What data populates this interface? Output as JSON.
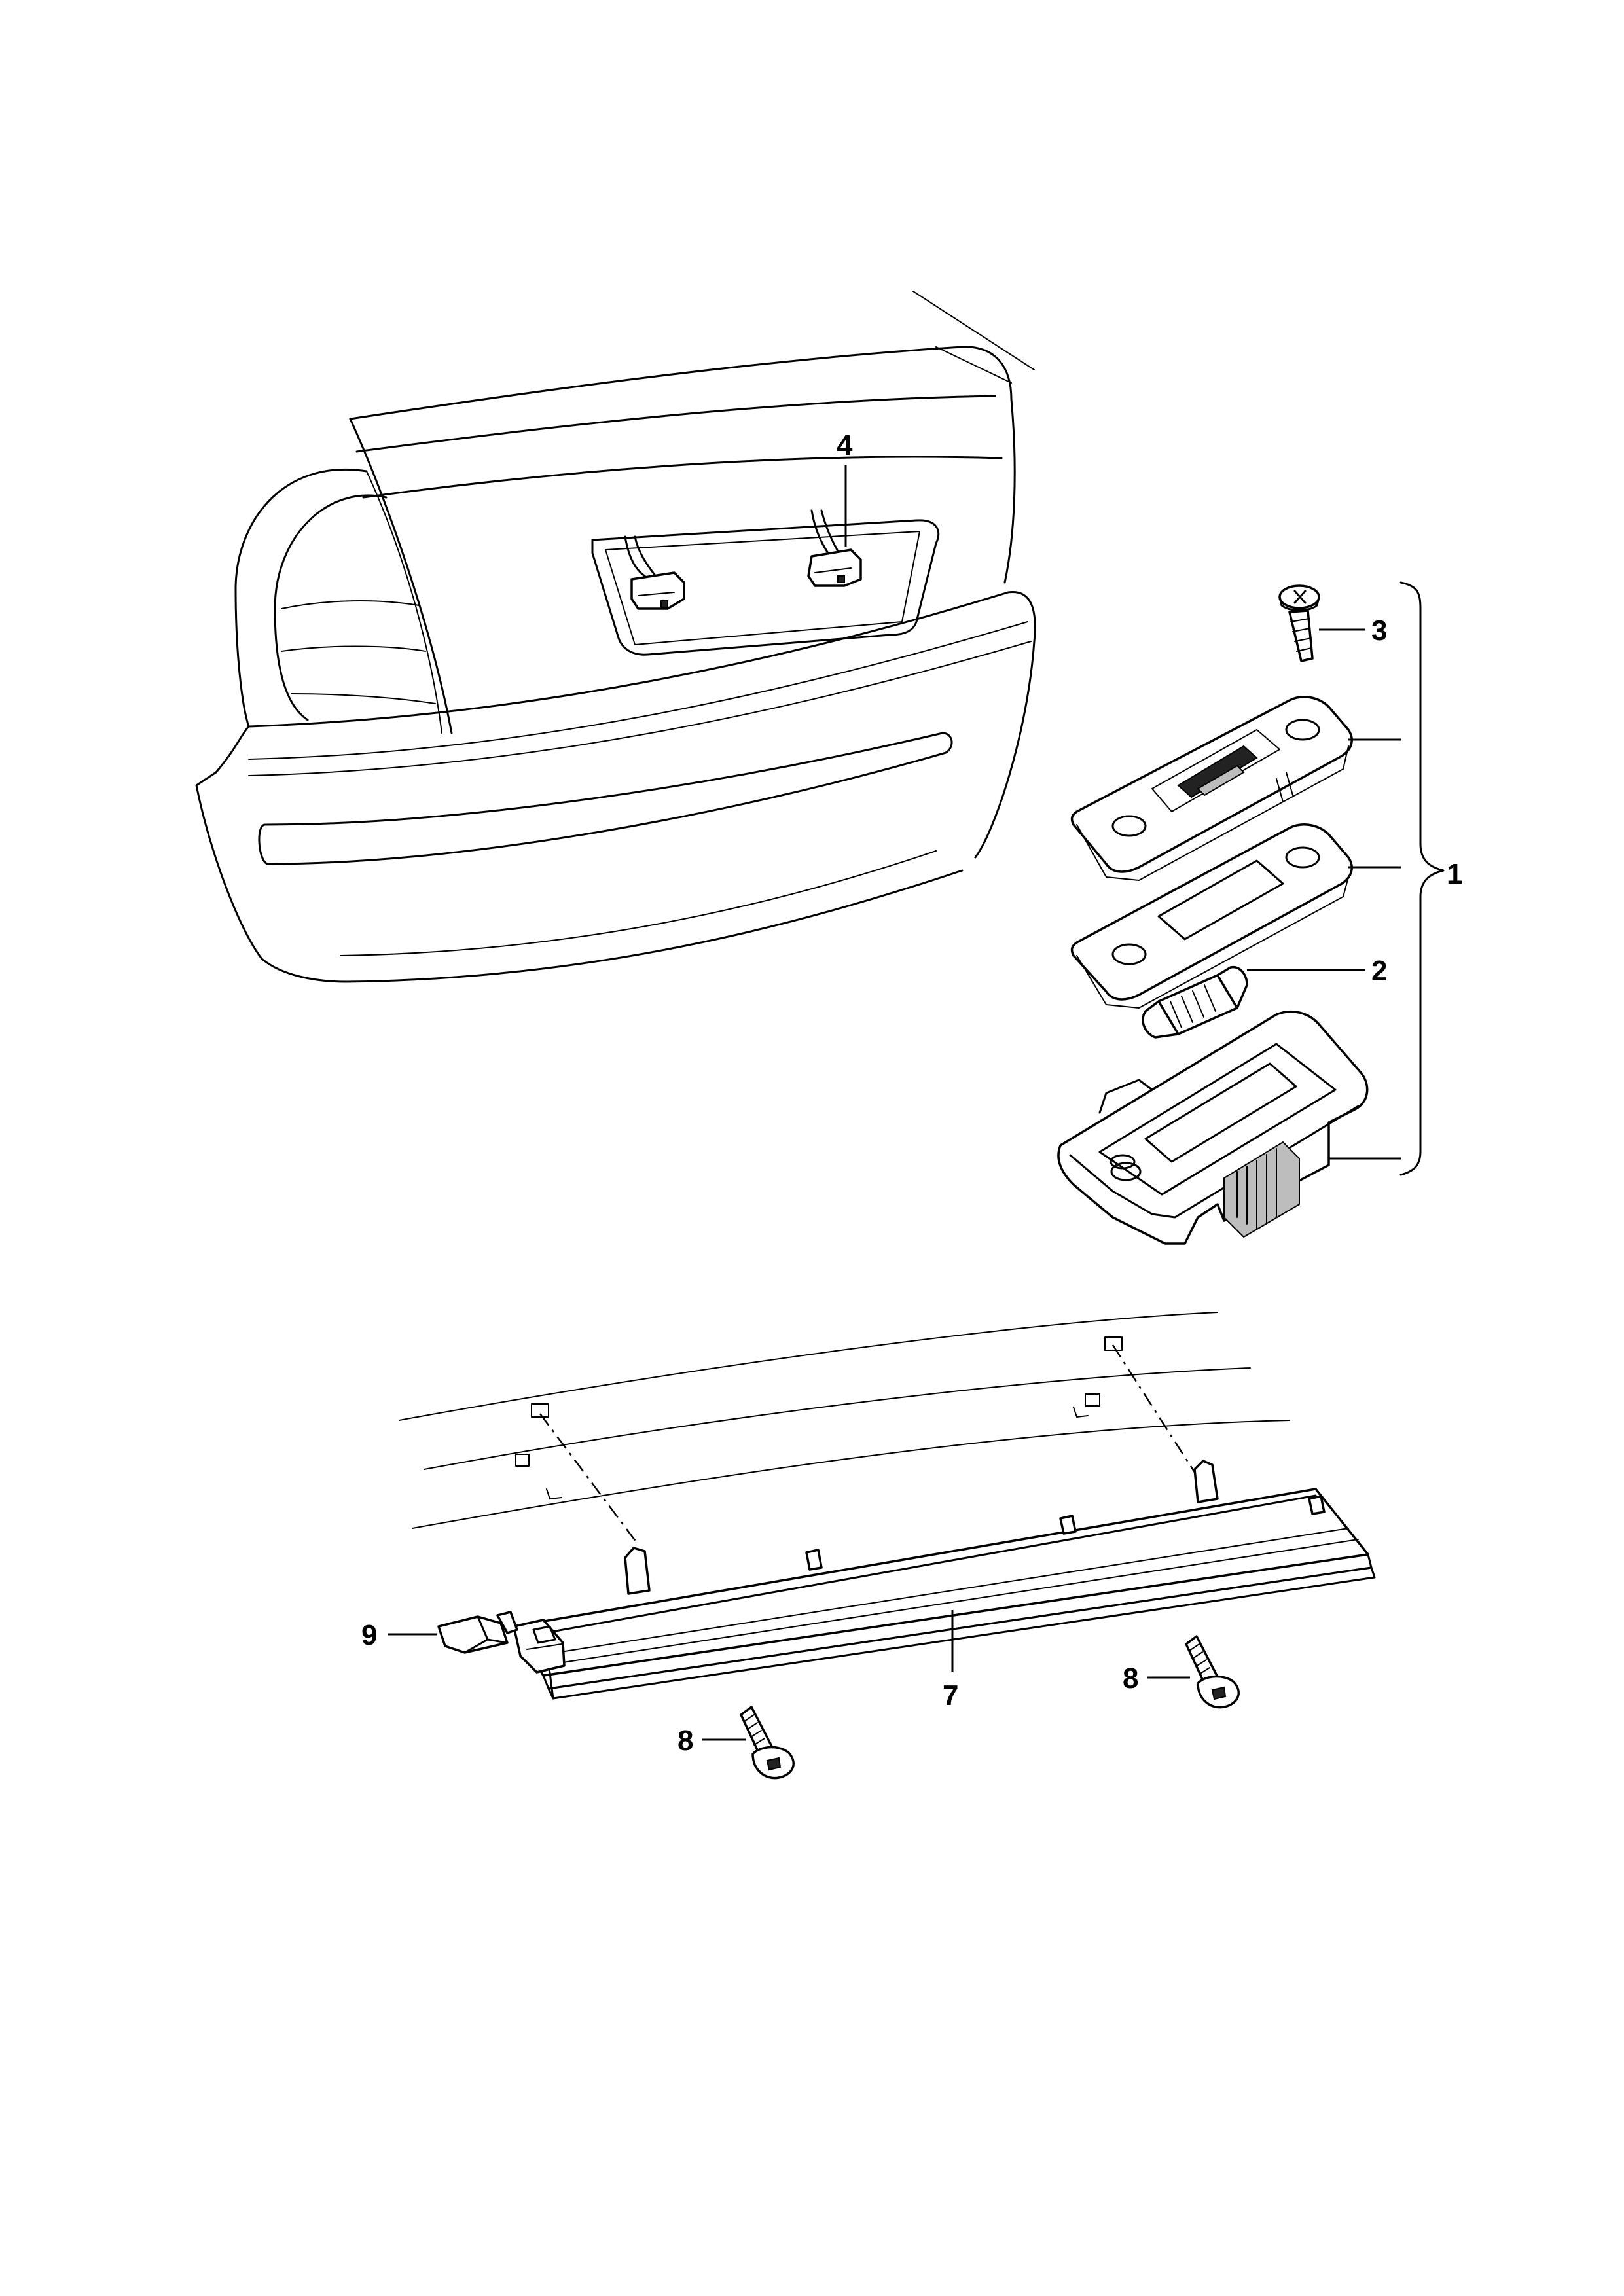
{
  "callouts": {
    "part_1": "1",
    "part_2": "2",
    "part_3": "3",
    "part_4": "4",
    "part_7": "7",
    "part_8a": "8",
    "part_8b": "8",
    "part_9": "9"
  }
}
